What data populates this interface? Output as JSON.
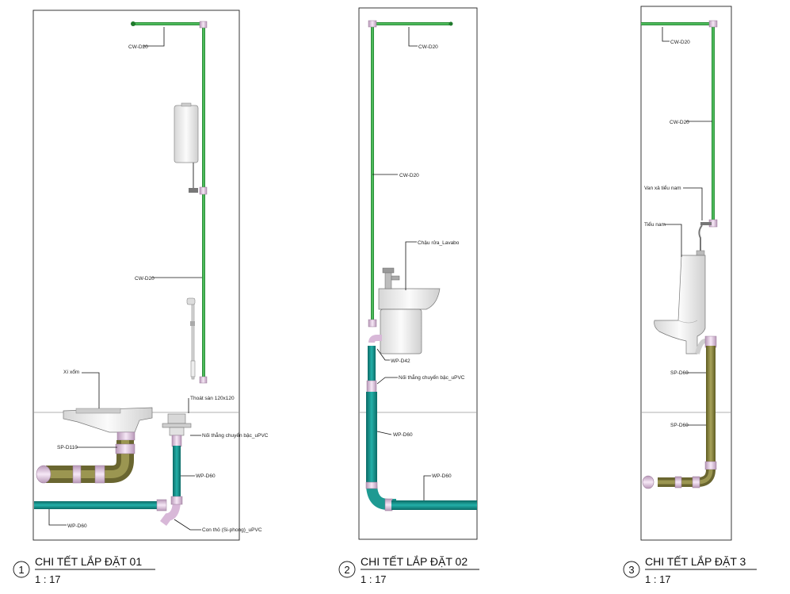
{
  "colors": {
    "cold_water": "#2e9e3e",
    "waste": "#138b85",
    "soil": "#8a8640",
    "fitting": "#e8c8e8",
    "fixture": "#ececec",
    "floor_line": "#999999"
  },
  "details": [
    {
      "number": "1",
      "title": "CHI TẾT LẮP ĐẶT 01",
      "scale": "1 : 17",
      "labels": {
        "cw1": "CW-D20",
        "cw2": "CW-D20",
        "fixture": "Xí xổm",
        "drain": "Thoát sàn 120x120",
        "reducer": "Nối thẳng chuyển bậc_uPVC",
        "sp": "SP-D110",
        "wp_v": "WP-D60",
        "wp_h": "WP-D60",
        "trap": "Con thỏ (Si-phong)_uPVC"
      }
    },
    {
      "number": "2",
      "title": "CHI TẾT LẮP ĐẶT 02",
      "scale": "1 : 17",
      "labels": {
        "cw1": "CW-D20",
        "cw2": "CW-D20",
        "fixture": "Chậu rửa_Lavabo",
        "wp42": "WP-D42",
        "reducer": "Nối thẳng chuyển bậc_uPVC",
        "wp_v": "WP-D60",
        "wp_h": "WP-D60"
      }
    },
    {
      "number": "3",
      "title": "CHI TẾT LẮP ĐẶT 3",
      "scale": "1 : 17",
      "labels": {
        "cw1": "CW-D20",
        "cw2": "CW-D20",
        "valve": "Van xả tiểu nam",
        "fixture": "Tiểu nam",
        "sp1": "SP-D60",
        "sp2": "SP-D60"
      }
    }
  ]
}
